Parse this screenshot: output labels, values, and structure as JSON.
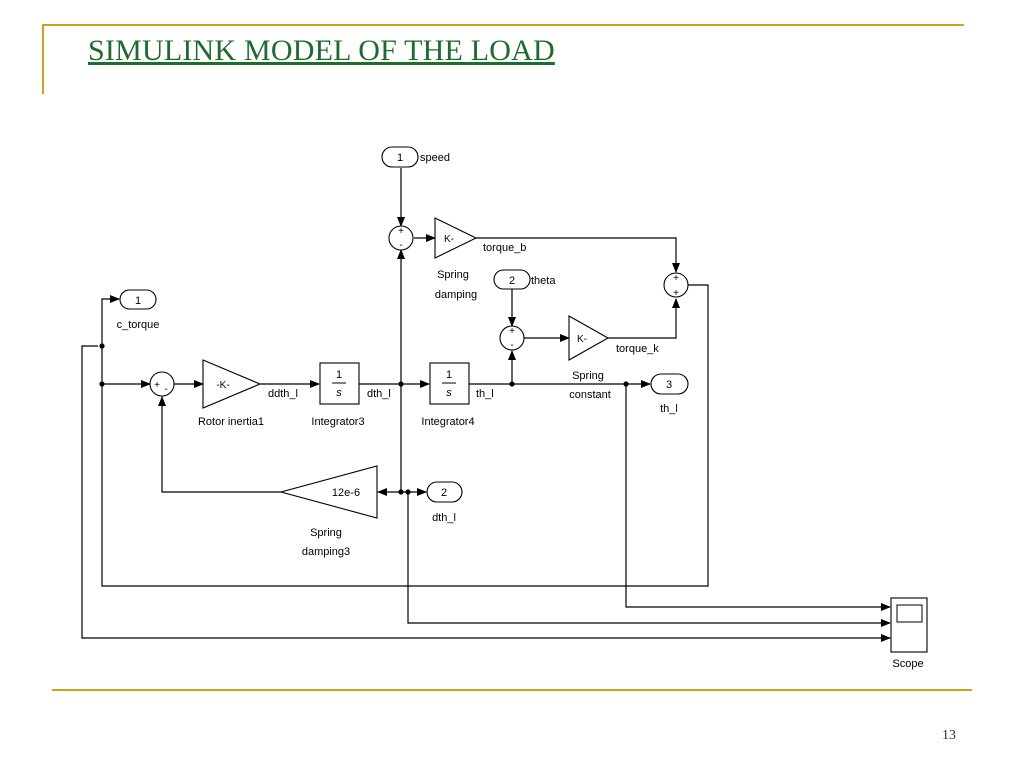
{
  "slide": {
    "title": "SIMULINK MODEL OF THE LOAD",
    "page_number": "13",
    "accent_color": "#d4a017",
    "title_color": "#1e6b2e"
  },
  "diagram": {
    "blocks": {
      "inport_speed": {
        "number": "1",
        "label": "speed"
      },
      "inport_theta": {
        "number": "2",
        "label": "theta"
      },
      "outport_c_torque": {
        "number": "1",
        "label": "c_torque"
      },
      "outport_th_l": {
        "number": "3",
        "label": "th_l"
      },
      "outport_dth_l": {
        "number": "2",
        "label": "dth_l"
      },
      "sum_speed": {
        "plus": "+",
        "minus": "-"
      },
      "sum_torque": {
        "plus_top": "+",
        "plus_bottom": "+"
      },
      "sum_theta": {
        "plus": "+",
        "minus": "-"
      },
      "sum_main": {
        "plus": "+",
        "minus": "-"
      },
      "gain_damping": {
        "text": "K-",
        "label_line1": "Spring",
        "label_line2": "damping"
      },
      "gain_constant": {
        "text": "K-",
        "label_line1": "Spring",
        "label_line2": "constant"
      },
      "gain_inertia": {
        "text": "-K-",
        "label": "Rotor inertia1"
      },
      "gain_damping3": {
        "text": "12e-6",
        "label_line1": "Spring",
        "label_line2": "damping3"
      },
      "integrator3": {
        "numerator": "1",
        "denominator": "s",
        "label": "Integrator3"
      },
      "integrator4": {
        "numerator": "1",
        "denominator": "s",
        "label": "Integrator4"
      },
      "scope": {
        "label": "Scope"
      }
    },
    "signals": {
      "torque_b": "torque_b",
      "torque_k": "torque_k",
      "ddth_l": "ddth_l",
      "dth_l": "dth_l",
      "th_l": "th_l"
    }
  }
}
